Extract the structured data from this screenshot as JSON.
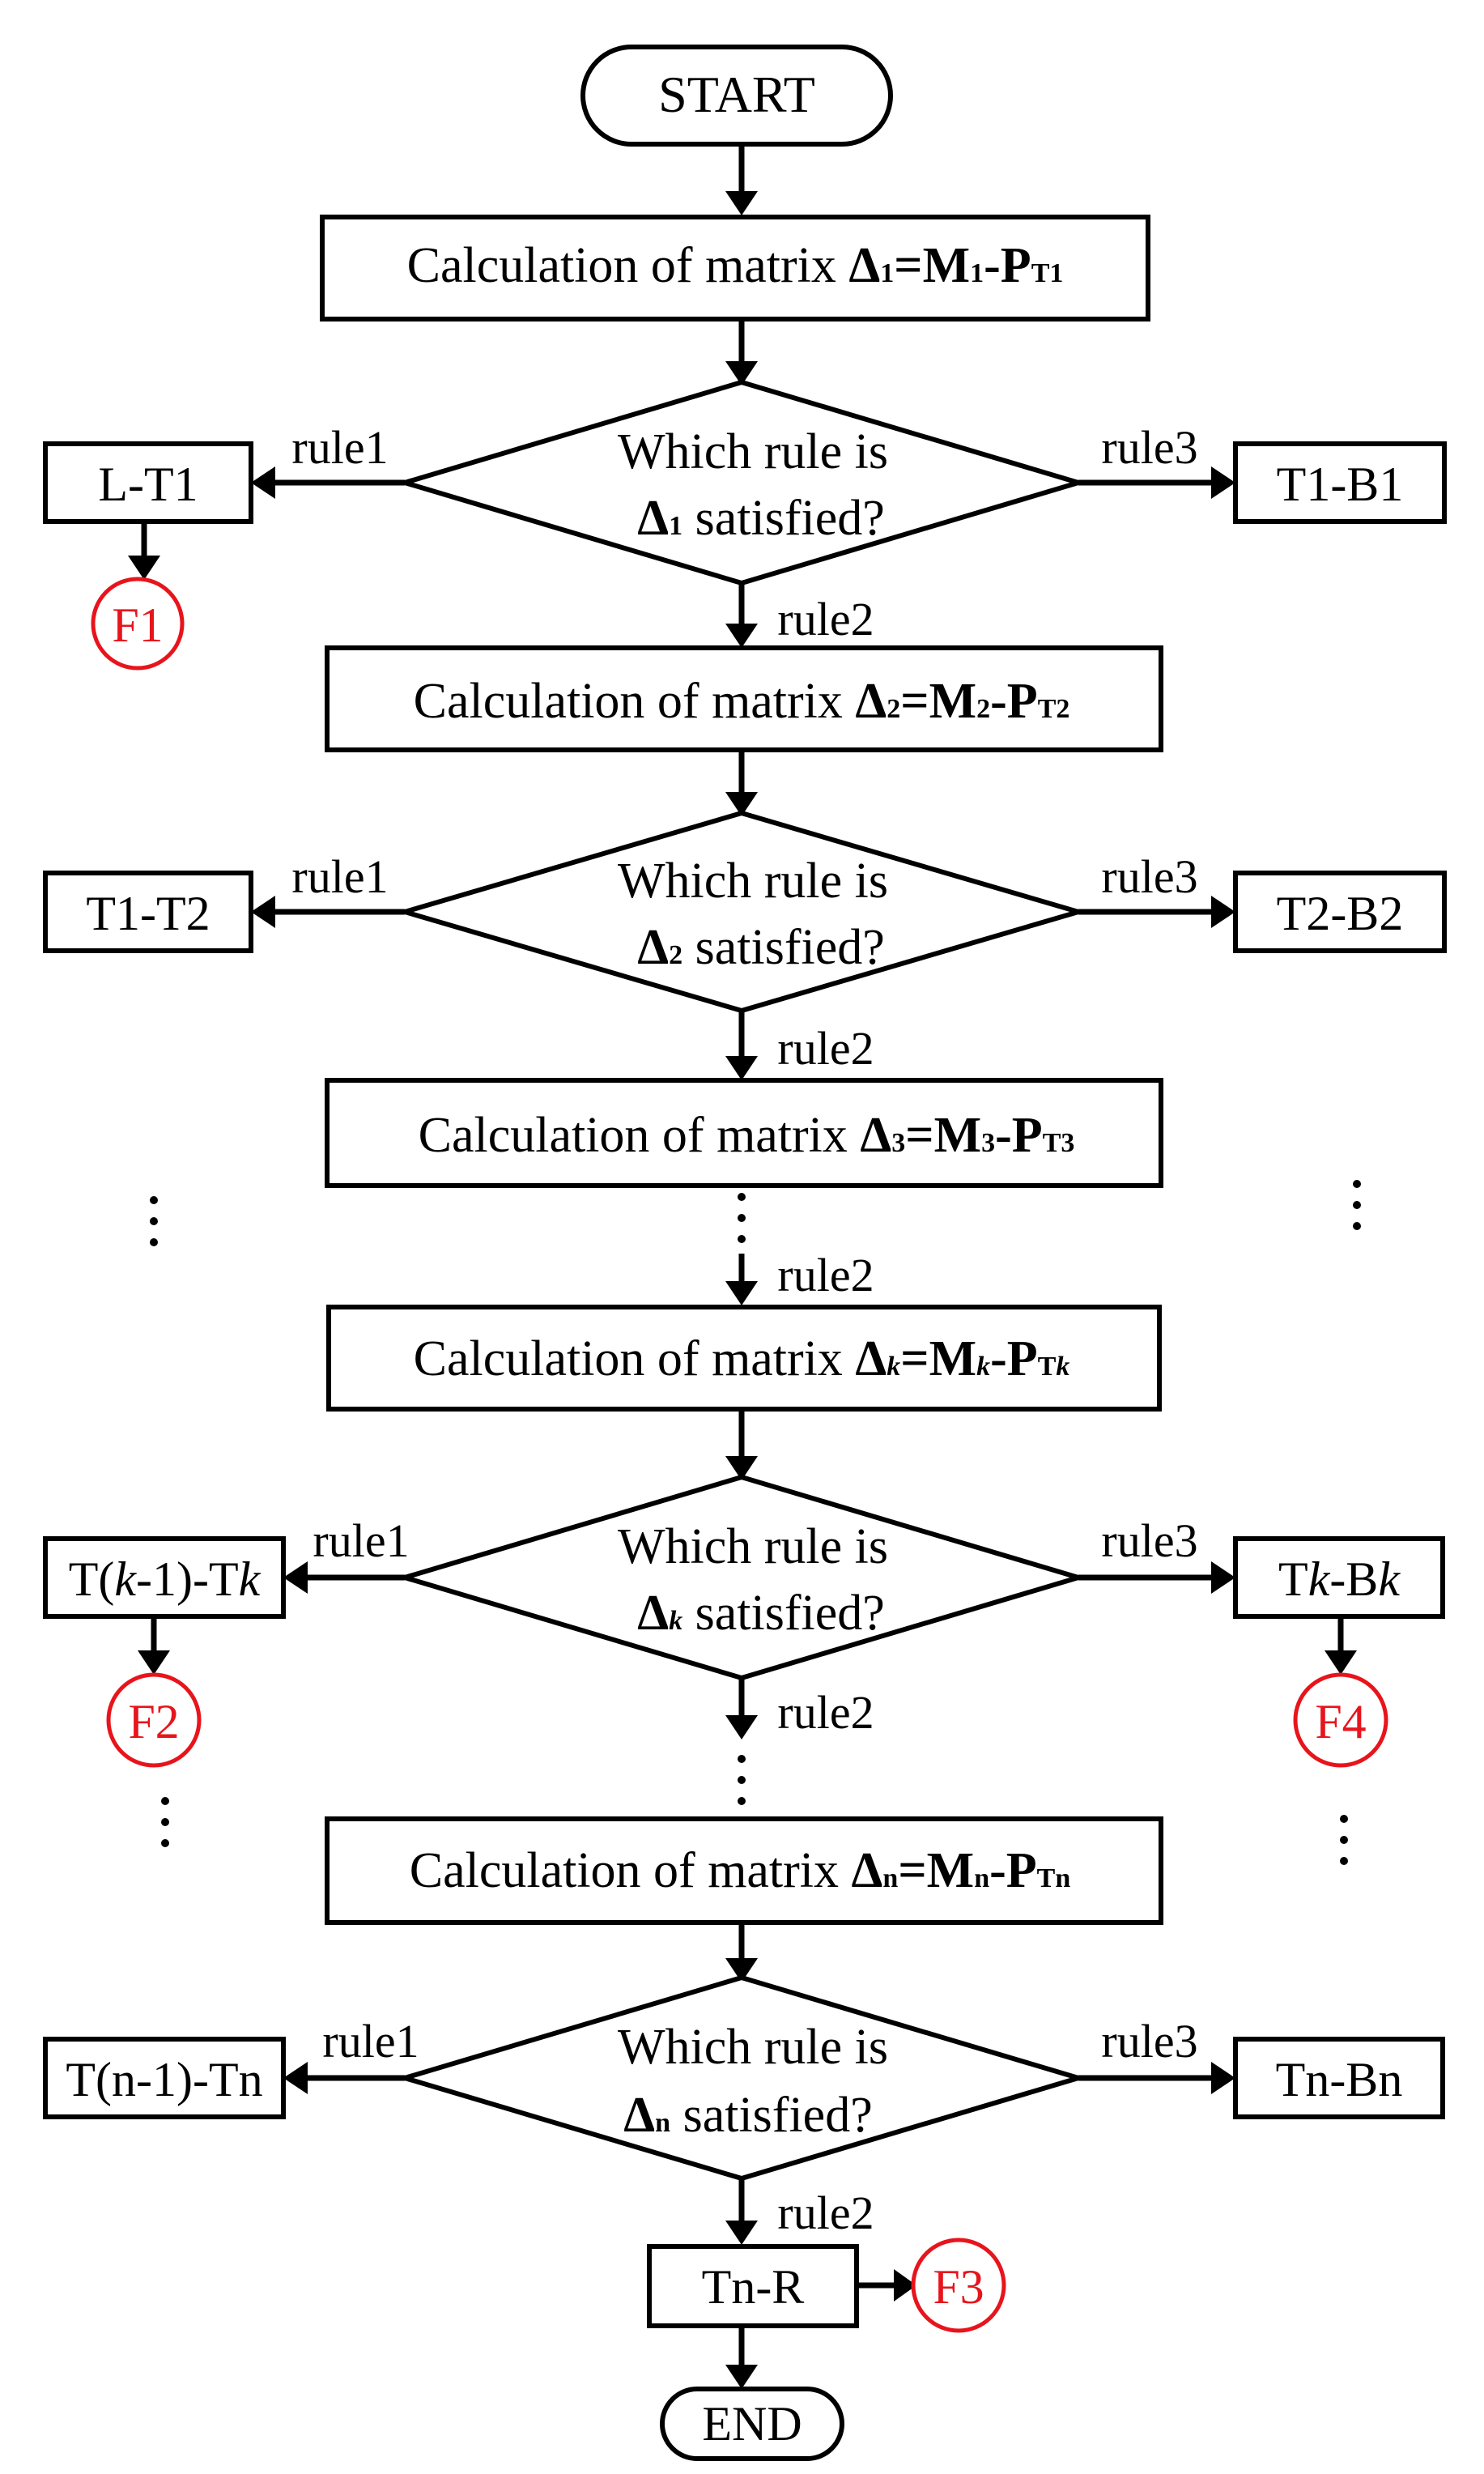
{
  "start": "START",
  "end": "END",
  "calc_prefix": "Calculation of matrix ",
  "calc": [
    {
      "d": "Δ",
      "ds": "1",
      "eq": "=M",
      "ms": "1",
      "dash": "-P",
      "ps": "T1"
    },
    {
      "d": "Δ",
      "ds": "2",
      "eq": "=M",
      "ms": "2",
      "dash": "-P",
      "ps": "T2"
    },
    {
      "d": "Δ",
      "ds": "3",
      "eq": "=M",
      "ms": "3",
      "dash": "-P",
      "ps": "T3"
    },
    {
      "d": "Δ",
      "ds": "k",
      "eq": "=M",
      "ms": "k",
      "dash": "-P",
      "ps1": "T",
      "ps2": "k"
    },
    {
      "d": "Δ",
      "ds": "n",
      "eq": "=M",
      "ms": "n",
      "dash": "-P",
      "ps": "Tn"
    }
  ],
  "decision": {
    "line1": "Which rule is",
    "d": "Δ",
    "suffix": " satisfied?",
    "subs": [
      "1",
      "2",
      "k",
      "n"
    ]
  },
  "rules": {
    "rule1": "rule1",
    "rule2": "rule2",
    "rule3": "rule3"
  },
  "left_boxes": {
    "b1": "L-T1",
    "b2": "T1-T2",
    "bk": {
      "a": "T(",
      "k1": "k",
      "b": "-1)-T",
      "k2": "k"
    },
    "bn": "T(n-1)-Tn"
  },
  "right_boxes": {
    "b1": "T1-B1",
    "b2": "T2-B2",
    "bk": {
      "a": "T",
      "k1": "k",
      "b": "-B",
      "k2": "k"
    },
    "bn": "Tn-Bn"
  },
  "bottom_box": "Tn-R",
  "f_labels": {
    "f1": "F1",
    "f2": "F2",
    "f3": "F3",
    "f4": "F4"
  },
  "colors": {
    "line": "#000000",
    "f_red": "#e8141c"
  }
}
